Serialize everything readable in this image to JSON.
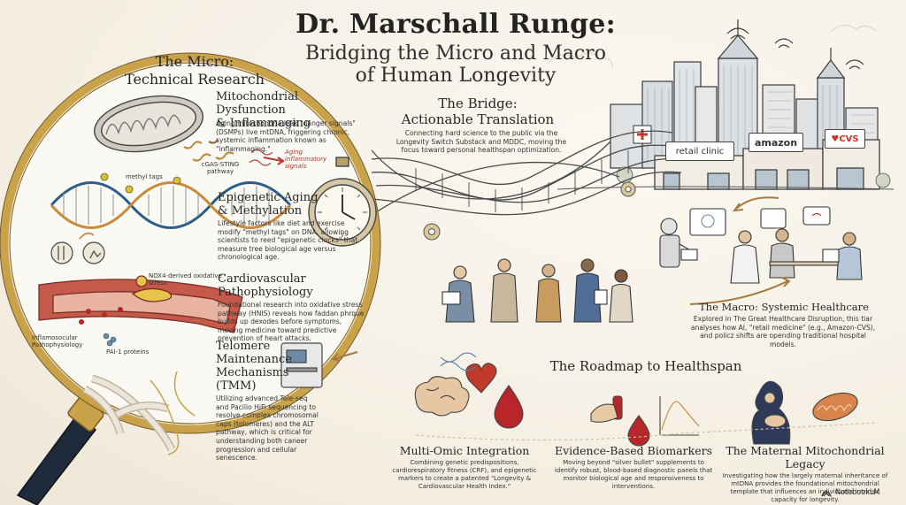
{
  "header": {
    "title": "Dr. Marschall Runge:",
    "subtitle_line1": "Bridging the Micro and Macro",
    "subtitle_line2": "of Human Longevity"
  },
  "micro": {
    "title_line1": "The Micro:",
    "title_line2": "Technical Research",
    "mito": {
      "title_line1": "Mitochondrial Dysfunction",
      "title_line2": "& Inflammaging",
      "body": "Aging mitochondria leak \"danger signals\" (DSMPs) live mtDNA, friggering chronic, systemic inflammation known as \"inflammaging.\"",
      "label_cgas": "cGAS-STING pathway",
      "label_signals": "Aging inflammatory signals"
    },
    "epi": {
      "title_line1": "Epigenetic Aging",
      "title_line2": "& Methylation",
      "body": "Lifestyle factors like diet and exercise modify \"methyl tags\" on DNA, allowing scientists to reed \"epigenetic clocks\" that measure tree biological age versus chronological age.",
      "label_methyl": "methyl tags"
    },
    "cardio": {
      "title_line1": "Cardiovascular",
      "title_line2": "Pathophysiology",
      "body": "Foundational research into oxidative stress pathway (HNIS) reveals how faddan phrque builds up dexodes before symptoms, moving medicine toward predictive prevention of heart attacks.",
      "label_nox": "NOX4-derived oxidative stress",
      "label_inflam": "Inflamosocular Pathophysiology",
      "label_pai": "PAI-1 proteins"
    },
    "telo": {
      "title_line1": "Telomere",
      "title_line2": "Maintenance",
      "title_line3": "Mechanisms",
      "title_line4": "(TMM)",
      "body": "Utilizing advanced Tele-seq and Pacilio HiFi sequencing to resolve complex chromosomal caps (tolomeres) and the ALT pathway, which is critical for understanding both caneer progression and cellular senescence."
    }
  },
  "bridge": {
    "title_line1": "The Bridge:",
    "title_line2": "Actionable Translation",
    "body": "Connecting hard science to the public via the Longevity Switch Substack and MDDC, moving the focus toward personal healthspan optimization."
  },
  "city": {
    "sign_clinic": "retail clinic",
    "sign_amazon": "amazon",
    "sign_cvs": "♥CVS"
  },
  "macro": {
    "title": "The Macro: Systemic Healthcare",
    "body": "Explored in The Great Healthcare Disruption, this tiar analyses how AI, \"retail medicine\" (e.g., Amazon-CVS), and policz shifts are opending traditional hospital models."
  },
  "roadmap": {
    "title": "The Roadmap to Healthspan",
    "items": [
      {
        "title": "Multi-Omic Integration",
        "body": "Combining genetic predispositions, cardiorespiratory fitness (CRF), and epigenetic markers to create a patented \"Longevity & Cardiovascular Health Index.\""
      },
      {
        "title": "Evidence-Based Biomarkers",
        "body": "Moving beyond \"silver bullet\" supplements to identify robust, blood-based diagnostic panels that monitor biological age and responsiveness to interventions."
      },
      {
        "title": "The Maternal Mitochondrial Legacy",
        "body": "Investigating how the largely maternal inheritance of mtDNA provides the foundational mitochondrial template that influences an individual's intrinsic capacity for longevity."
      }
    ]
  },
  "footer": {
    "brand": "NotebookLM"
  },
  "colors": {
    "ink": "#2b2b2b",
    "paper": "#f6f1e6",
    "magnifier_gold": "#c9a24a",
    "handle": "#1f2a3a",
    "blood_red": "#c0392b",
    "accent_red": "#b43b2b",
    "artery": "#c55a4a",
    "plaque": "#e8c34a"
  }
}
